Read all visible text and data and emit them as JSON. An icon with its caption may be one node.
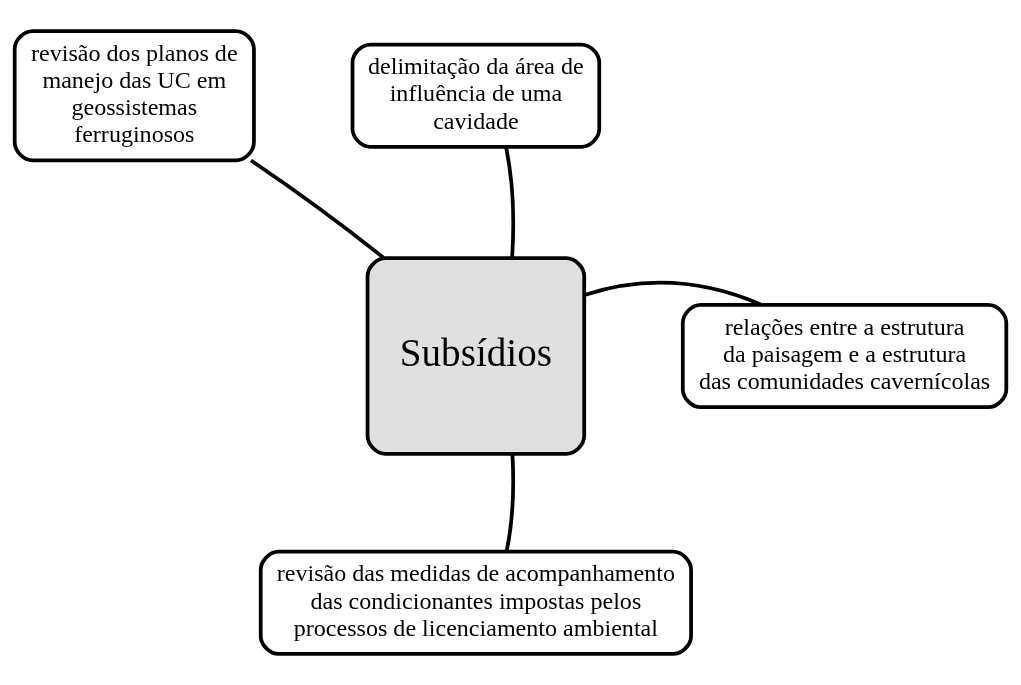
{
  "diagram": {
    "nodes": [
      {
        "text": [
          "delimitação da área de influência de uma cavidade"
        ]
      },
      {
        "text": [
          "revisão dos planos de manejo das UC em geossistemas ferruginosos"
        ]
      },
      {
        "text": [
          "Subsídios"
        ]
      },
      {
        "text": [
          "relações entre a estrutura da paisagem e a estrutura das comunidades cavernícolas"
        ]
      },
      {
        "text": [
          "revisão das medidas de acompanhamento das condicionantes impostas pelos processos de licenciamento ambiental"
        ]
      }
    ],
    "edges": [
      {
        "from": 2,
        "to": 1,
        "arrow": "none"
      },
      {
        "from": 2,
        "to": 0,
        "arrow": "none"
      },
      {
        "from": 2,
        "to": 3,
        "arrow": "none"
      },
      {
        "from": 2,
        "to": 4,
        "arrow": "none"
      }
    ]
  }
}
